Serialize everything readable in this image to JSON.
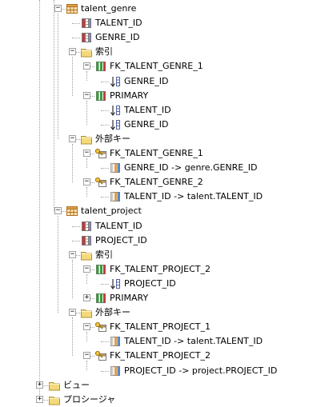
{
  "tree": [
    {
      "label": "talent_genre",
      "icon": "table-icon",
      "level": 1,
      "toggle": "minus"
    },
    {
      "label": "TALENT_ID",
      "icon": "column-icon",
      "level": 2
    },
    {
      "label": "GENRE_ID",
      "icon": "column-icon",
      "level": 2
    },
    {
      "label": "索引",
      "icon": "folder-icon",
      "level": 2,
      "toggle": "minus"
    },
    {
      "label": "FK_TALENT_GENRE_1",
      "icon": "index-icon",
      "level": 3,
      "toggle": "minus"
    },
    {
      "label": "GENRE_ID",
      "icon": "sort-column-icon",
      "level": 4
    },
    {
      "label": "PRIMARY",
      "icon": "index-icon",
      "level": 3,
      "toggle": "minus"
    },
    {
      "label": "TALENT_ID",
      "icon": "sort-column-icon",
      "level": 4
    },
    {
      "label": "GENRE_ID",
      "icon": "sort-column-icon",
      "level": 4
    },
    {
      "label": "外部キー",
      "icon": "folder-icon",
      "level": 2,
      "toggle": "minus"
    },
    {
      "label": "FK_TALENT_GENRE_1",
      "icon": "foreign-key-icon",
      "level": 3,
      "toggle": "minus"
    },
    {
      "label": "GENRE_ID -> genre.GENRE_ID",
      "icon": "fk-column-icon",
      "level": 4
    },
    {
      "label": "FK_TALENT_GENRE_2",
      "icon": "foreign-key-icon",
      "level": 3,
      "toggle": "minus"
    },
    {
      "label": "TALENT_ID -> talent.TALENT_ID",
      "icon": "fk-column-icon",
      "level": 4
    },
    {
      "label": "talent_project",
      "icon": "table-icon",
      "level": 1,
      "toggle": "minus"
    },
    {
      "label": "TALENT_ID",
      "icon": "column-icon",
      "level": 2
    },
    {
      "label": "PROJECT_ID",
      "icon": "column-icon",
      "level": 2
    },
    {
      "label": "索引",
      "icon": "folder-icon",
      "level": 2,
      "toggle": "minus"
    },
    {
      "label": "FK_TALENT_PROJECT_2",
      "icon": "index-icon",
      "level": 3,
      "toggle": "minus"
    },
    {
      "label": "PROJECT_ID",
      "icon": "sort-column-icon",
      "level": 4
    },
    {
      "label": "PRIMARY",
      "icon": "index-icon",
      "level": 3,
      "toggle": "plus"
    },
    {
      "label": "外部キー",
      "icon": "folder-icon",
      "level": 2,
      "toggle": "minus"
    },
    {
      "label": "FK_TALENT_PROJECT_1",
      "icon": "foreign-key-icon",
      "level": 3,
      "toggle": "minus"
    },
    {
      "label": "TALENT_ID -> talent.TALENT_ID",
      "icon": "fk-column-icon",
      "level": 4
    },
    {
      "label": "FK_TALENT_PROJECT_2",
      "icon": "foreign-key-icon",
      "level": 3,
      "toggle": "minus"
    },
    {
      "label": "PROJECT_ID -> project.PROJECT_ID",
      "icon": "fk-column-icon",
      "level": 4
    },
    {
      "label": "ビュー",
      "icon": "folder-icon",
      "level": 0,
      "toggle": "plus"
    },
    {
      "label": "プロシージャ",
      "icon": "folder-icon",
      "level": 0,
      "toggle": "plus"
    }
  ],
  "colors": {
    "tree_line": "#a0a0a0",
    "folder": "#f4d97a",
    "column_red": "#c43a3a",
    "index_green": "#3c9a3c",
    "table_orange": "#e0a048"
  }
}
